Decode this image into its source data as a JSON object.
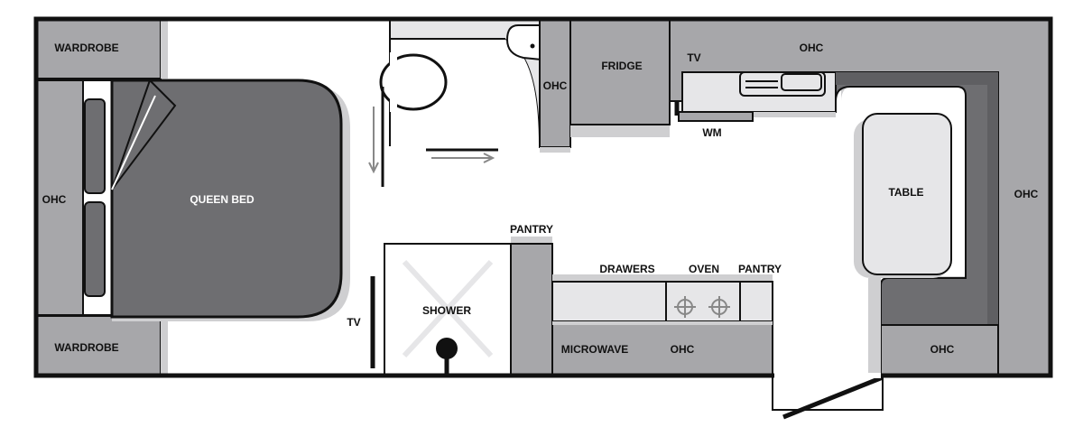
{
  "colors": {
    "wall": "#111111",
    "cabinet": "#a7a7aa",
    "dark_fill": "#6e6e71",
    "darker_fill": "#5f5f62",
    "light_fill": "#e6e6e8",
    "shadow": "#cfcfd1",
    "floor": "#ffffff"
  },
  "labels": {
    "wardrobe_top": "WARDROBE",
    "wardrobe_bottom": "WARDROBE",
    "ohc_left": "OHC",
    "queen_bed": "QUEEN BED",
    "ohc_bathroom": "OHC",
    "fridge": "FRIDGE",
    "tv_top": "TV",
    "ohc_top": "OHC",
    "wm": "WM",
    "table": "TABLE",
    "ohc_right": "OHC",
    "pantry_left": "PANTRY",
    "drawers": "DRAWERS",
    "oven": "OVEN",
    "pantry_right": "PANTRY",
    "tv_bottom": "TV",
    "shower": "SHOWER",
    "microwave": "MICROWAVE",
    "ohc_kitchen": "OHC",
    "ohc_bottom_right": "OHC"
  }
}
